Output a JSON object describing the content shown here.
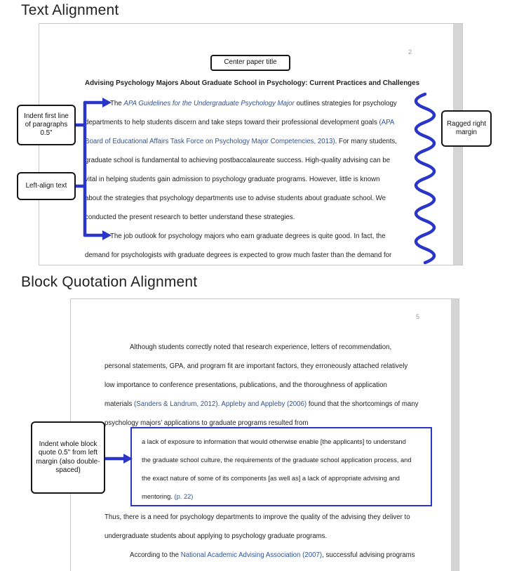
{
  "colors": {
    "accent": "#2a35c9",
    "citation": "#2f5496",
    "ink": "#222222",
    "edge": "#d5d5d5",
    "muted": "#999999"
  },
  "section1": {
    "heading": "Text Alignment",
    "page_number": "2",
    "callout_center_title": "Center paper title",
    "callout_indent_first": "Indent first line of paragraphs 0.5\"",
    "callout_left_align": "Left-align text",
    "callout_ragged_right": "Ragged right margin",
    "paper_title": "Advising Psychology Majors About Graduate School in Psychology: Current Practices and Challenges",
    "body_lines": [
      {
        "indent": true,
        "segments": [
          {
            "t": "The "
          },
          {
            "t": "APA Guidelines for the Undergraduate Psychology Major",
            "style": "italic citation"
          },
          {
            "t": " outlines strategies for psychology"
          }
        ]
      },
      {
        "segments": [
          {
            "t": "departments to help students discern and take steps toward their professional development goals "
          },
          {
            "t": "(APA",
            "style": "citation"
          }
        ]
      },
      {
        "segments": [
          {
            "t": "Board of Educational Affairs Task Force on Psychology Major Competencies, 2013)",
            "style": "citation"
          },
          {
            "t": ". For many students,"
          }
        ]
      },
      {
        "segments": [
          {
            "t": "graduate school is fundamental to achieving postbaccalaureate success. High-quality advising can be"
          }
        ]
      },
      {
        "segments": [
          {
            "t": "vital in helping students gain admission to psychology graduate programs. However, little is known"
          }
        ]
      },
      {
        "segments": [
          {
            "t": "about the strategies that psychology departments use to advise students about graduate school. We"
          }
        ]
      },
      {
        "segments": [
          {
            "t": "conducted the present research to better understand these strategies."
          }
        ]
      },
      {
        "indent": true,
        "segments": [
          {
            "t": "The job outlook for psychology majors who earn graduate degrees is quite good. In fact, the"
          }
        ]
      },
      {
        "segments": [
          {
            "t": "demand for psychologists with graduate degrees is expected to grow much faster than the demand for"
          }
        ]
      }
    ]
  },
  "section2": {
    "heading": "Block Quotation Alignment",
    "page_number": "5",
    "callout_indent_quote": "Indent whole block quote 0.5\" from left margin (also double-spaced)",
    "para1_lines": [
      {
        "indent": true,
        "segments": [
          {
            "t": "Although students correctly noted that research experience, letters of recommendation,"
          }
        ]
      },
      {
        "segments": [
          {
            "t": "personal statements, GPA, and program fit are important factors, they erroneously attached relatively"
          }
        ]
      },
      {
        "segments": [
          {
            "t": "low importance to conference presentations, publications, and the thoroughness of application"
          }
        ]
      },
      {
        "segments": [
          {
            "t": "materials "
          },
          {
            "t": "(Sanders & Landrum, 2012)",
            "style": "citation"
          },
          {
            "t": ". "
          },
          {
            "t": "Appleby and Appleby (2006)",
            "style": "citation"
          },
          {
            "t": " found that the shortcomings of many"
          }
        ]
      },
      {
        "segments": [
          {
            "t": "psychology majors’ applications to graduate programs resulted from"
          }
        ]
      }
    ],
    "quote_lines": [
      {
        "segments": [
          {
            "t": "a lack of exposure to information that would otherwise enable [the applicants] to understand"
          }
        ]
      },
      {
        "segments": [
          {
            "t": "the graduate school culture, the requirements of the graduate school application process, and"
          }
        ]
      },
      {
        "segments": [
          {
            "t": "the exact nature of some of its components [as well as] a lack of appropriate advising and"
          }
        ]
      },
      {
        "segments": [
          {
            "t": "mentoring. "
          },
          {
            "t": "(p. 22)",
            "style": "citation"
          }
        ]
      }
    ],
    "para2_lines": [
      {
        "segments": [
          {
            "t": "Thus, there is a need for psychology departments to improve the quality of the advising they deliver to"
          }
        ]
      },
      {
        "segments": [
          {
            "t": "undergraduate students about applying to psychology graduate programs."
          }
        ]
      },
      {
        "indent": true,
        "segments": [
          {
            "t": "According to the "
          },
          {
            "t": "National Academic Advising Association (2007)",
            "style": "citation"
          },
          {
            "t": ", successful advising programs"
          }
        ]
      }
    ]
  }
}
